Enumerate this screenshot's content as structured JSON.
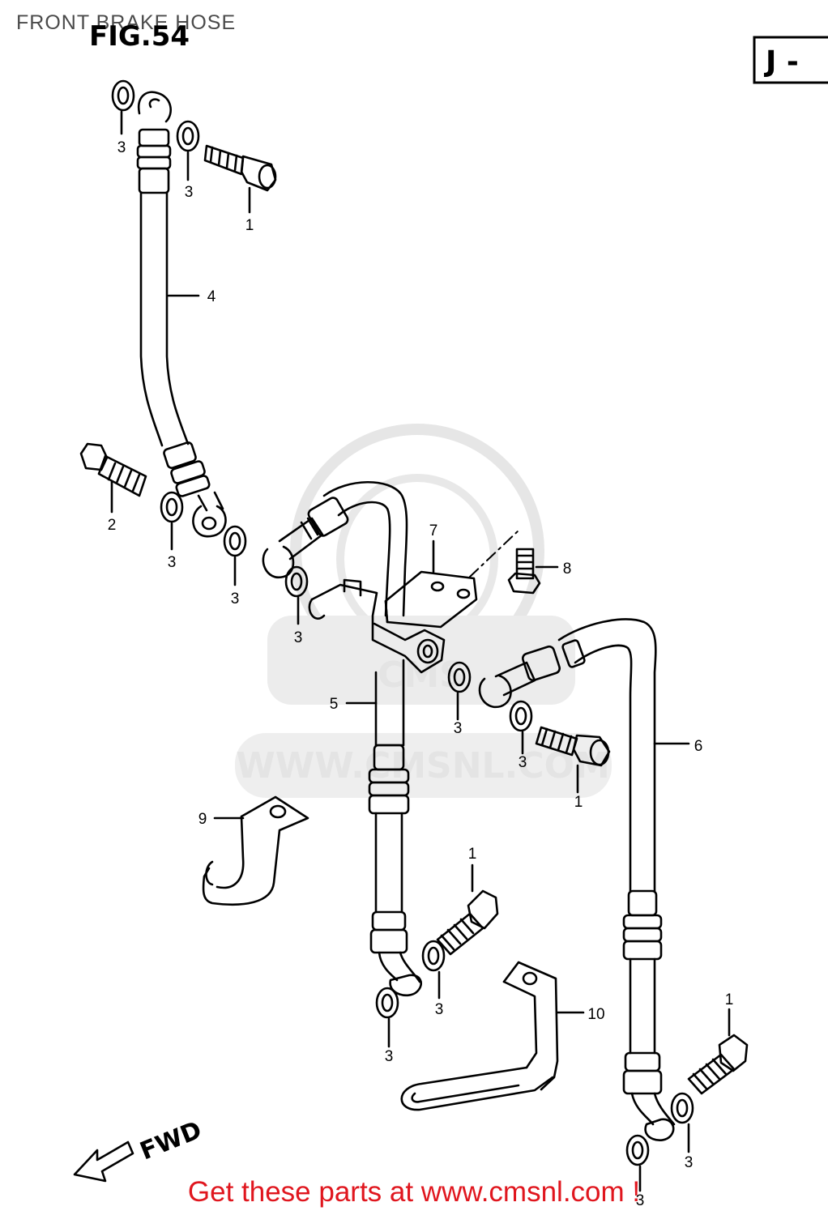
{
  "page": {
    "title": "FRONT BRAKE HOSE",
    "figure_label": "FIG.54",
    "model_code": "J -",
    "direction_label": "FWD",
    "watermark": {
      "brand": "CMS",
      "url": "WWW.CMSNL.COM"
    },
    "footer": "Get these parts at www.cmsnl.com !"
  },
  "callouts": [
    {
      "id": "c-3a",
      "text": "3"
    },
    {
      "id": "c-3b",
      "text": "3"
    },
    {
      "id": "c-1a",
      "text": "1"
    },
    {
      "id": "c-4",
      "text": "4"
    },
    {
      "id": "c-2",
      "text": "2"
    },
    {
      "id": "c-3c",
      "text": "3"
    },
    {
      "id": "c-3d",
      "text": "3"
    },
    {
      "id": "c-7",
      "text": "7"
    },
    {
      "id": "c-8",
      "text": "8"
    },
    {
      "id": "c-3e",
      "text": "3"
    },
    {
      "id": "c-5",
      "text": "5"
    },
    {
      "id": "c-3f",
      "text": "3"
    },
    {
      "id": "c-3g",
      "text": "3"
    },
    {
      "id": "c-1b",
      "text": "1"
    },
    {
      "id": "c-6",
      "text": "6"
    },
    {
      "id": "c-9",
      "text": "9"
    },
    {
      "id": "c-1c",
      "text": "1"
    },
    {
      "id": "c-3h",
      "text": "3"
    },
    {
      "id": "c-10",
      "text": "10"
    },
    {
      "id": "c-3i",
      "text": "3"
    },
    {
      "id": "c-1d",
      "text": "1"
    },
    {
      "id": "c-3j",
      "text": "3"
    },
    {
      "id": "c-3k",
      "text": "3"
    }
  ]
}
